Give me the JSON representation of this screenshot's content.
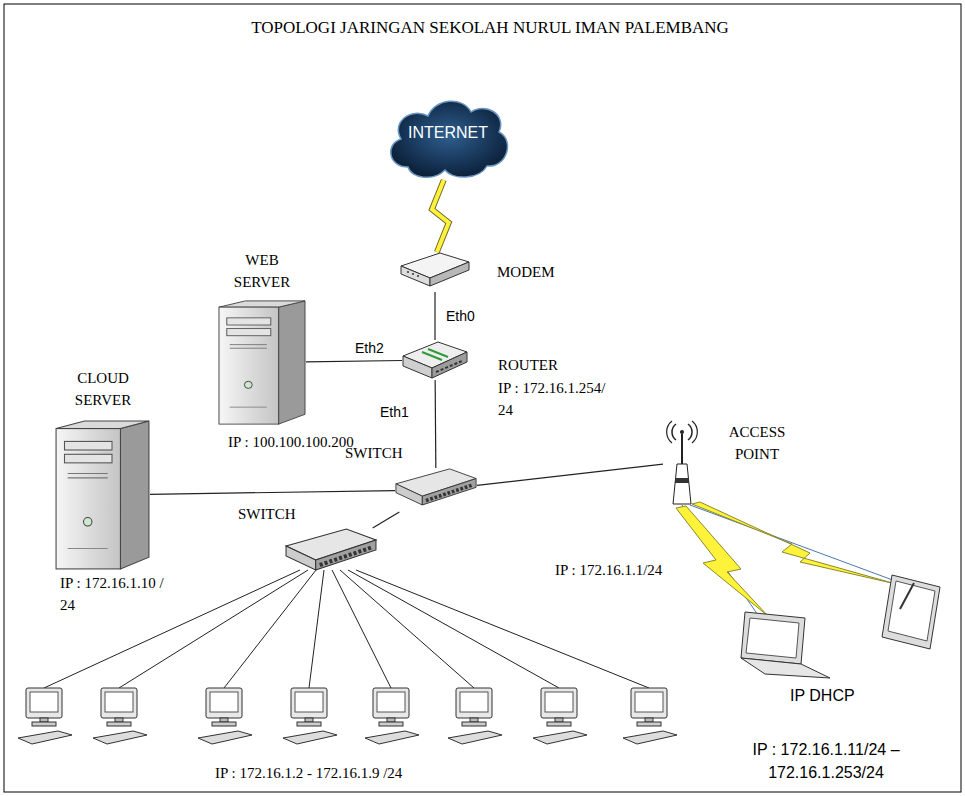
{
  "diagram": {
    "title": "TOPOLOGI JARINGAN SEKOLAH NURUL IMAN PALEMBANG",
    "nodes": [
      {
        "text": [
          "INTERNET"
        ]
      },
      {
        "text": [
          "MODEM"
        ]
      },
      {
        "text": [
          "WEB SERVER",
          "IP : 100.100.100.200"
        ]
      },
      {
        "text": [
          "ROUTER",
          "IP : 172.16.1.254/ 24"
        ]
      },
      {
        "text": [
          "CLOUD SERVER",
          "IP : 172.16.1.10 / 24"
        ]
      },
      {
        "text": [
          "SWITCH"
        ]
      },
      {
        "text": [
          "SWITCH"
        ]
      },
      {
        "text": [
          "ACCESS POINT"
        ]
      }
    ],
    "edges": [
      {
        "from": 0,
        "to": 1,
        "arrow": "none"
      },
      {
        "from": 1,
        "to": 3,
        "arrow": "none"
      },
      {
        "from": 3,
        "to": 2,
        "arrow": "none"
      },
      {
        "from": 3,
        "to": 5,
        "arrow": "none"
      },
      {
        "from": 5,
        "to": 4,
        "arrow": "none"
      },
      {
        "from": 5,
        "to": 7,
        "arrow": "none"
      },
      {
        "from": 5,
        "to": 6,
        "arrow": "none"
      }
    ],
    "labels": [
      "Eth0",
      "Eth2",
      "Eth1",
      "IP : 172.16.1.1/24",
      "IP : 172.16.1.2 - 172.16.1.9 /24",
      "IP DHCP",
      "IP : 172.16.1.11/24 – 172.16.1.253/24"
    ]
  }
}
